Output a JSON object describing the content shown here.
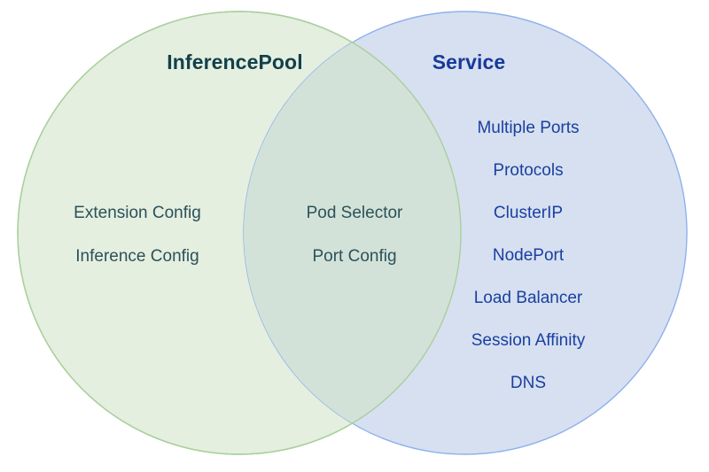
{
  "diagram": {
    "type": "venn",
    "background_color": "#ffffff",
    "left_circle": {
      "title": "InferencePool",
      "title_color": "#12404a",
      "fill_color": "#e4efe0",
      "stroke_color": "#a9cf9c",
      "text_color": "#2c5159",
      "items": [
        "Extension Config",
        "Inference Config"
      ]
    },
    "right_circle": {
      "title": "Service",
      "title_color": "#18399b",
      "fill_color": "#d6e0f0",
      "stroke_color": "#8fb1ec",
      "text_color": "#1a3fa0",
      "items": [
        "Multiple Ports",
        "Protocols",
        "ClusterIP",
        "NodePort",
        "Load Balancer",
        "Session Affinity",
        "DNS"
      ]
    },
    "intersection": {
      "fill_color": "#d3e2d8",
      "text_color": "#2c5159",
      "items": [
        "Pod Selector",
        "Port Config"
      ]
    }
  }
}
